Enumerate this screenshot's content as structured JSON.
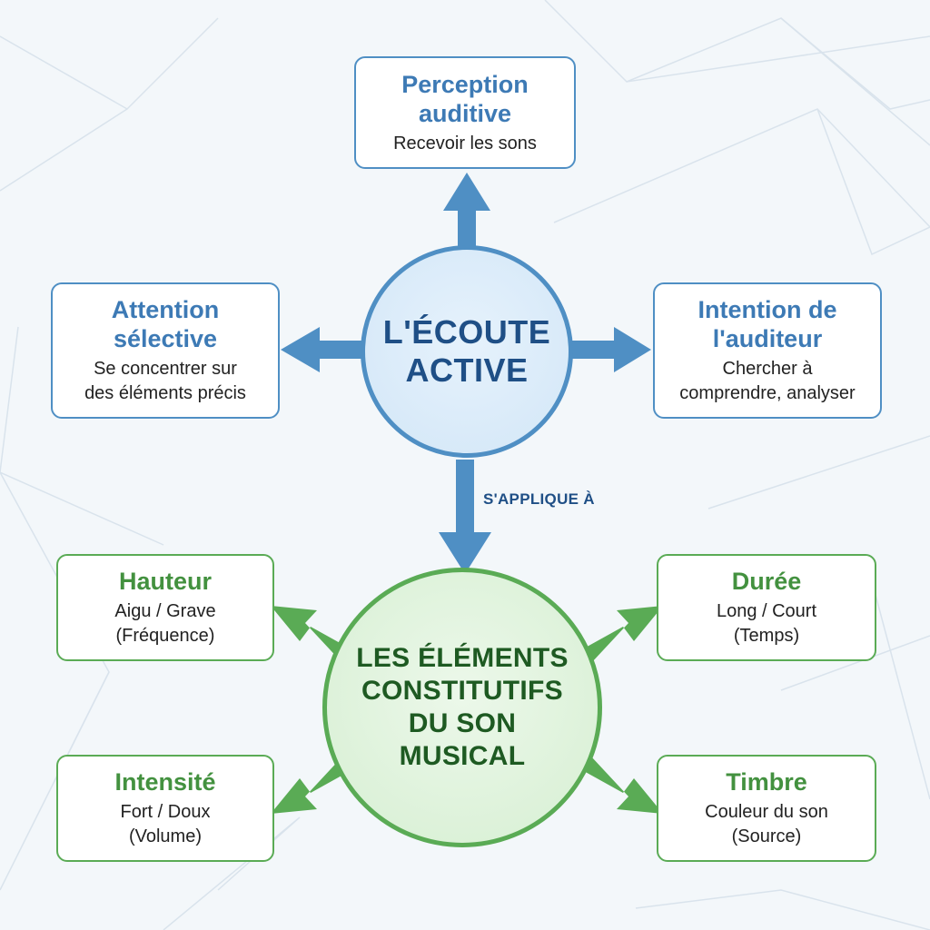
{
  "colors": {
    "blue_accent": "#4f8fc4",
    "blue_text": "#1f4f86",
    "green_accent": "#5aab55",
    "green_text": "#1e5a22",
    "background": "#f3f7fa"
  },
  "center_top": {
    "label": "L'ÉCOUTE\nACTIVE"
  },
  "center_bottom": {
    "label": "LES ÉLÉMENTS\nCONSTITUTIFS\nDU SON\nMUSICAL"
  },
  "connector": {
    "label": "S'APPLIQUE À"
  },
  "boxes": {
    "perception": {
      "title": "Perception\nauditive",
      "desc": "Recevoir les sons"
    },
    "attention": {
      "title": "Attention\nsélective",
      "desc": "Se concentrer sur\ndes éléments précis"
    },
    "intention": {
      "title": "Intention de\nl'auditeur",
      "desc": "Chercher à\ncomprendre, analyser"
    },
    "hauteur": {
      "title": "Hauteur",
      "desc": "Aigu / Grave\n(Fréquence)"
    },
    "duree": {
      "title": "Durée",
      "desc": "Long / Court\n(Temps)"
    },
    "intensite": {
      "title": "Intensité",
      "desc": "Fort / Doux\n(Volume)"
    },
    "timbre": {
      "title": "Timbre",
      "desc": "Couleur du son\n(Source)"
    }
  }
}
